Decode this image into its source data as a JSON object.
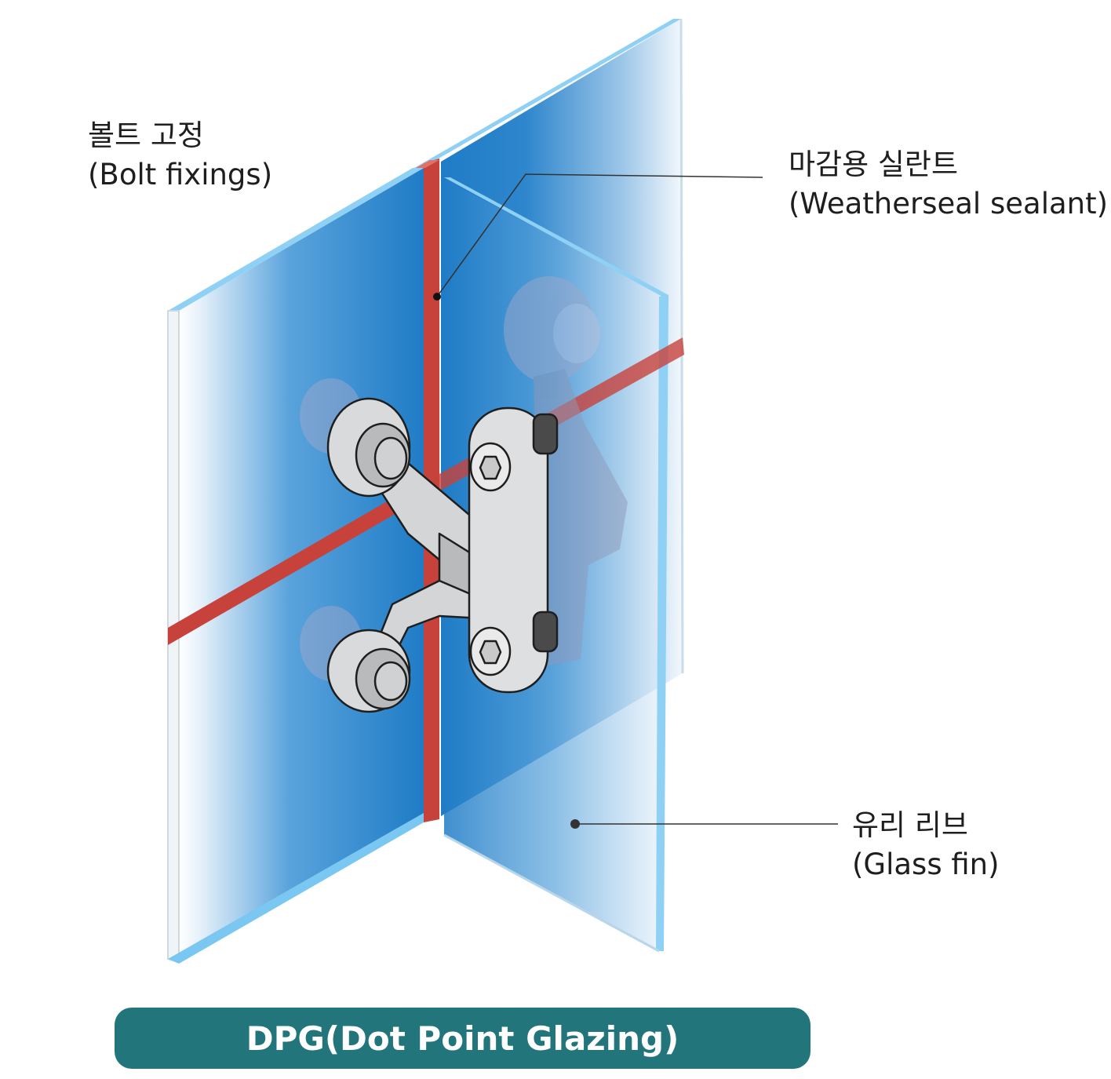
{
  "labels": {
    "bolt": {
      "ko": "볼트 고정",
      "en": "(Bolt fixings)"
    },
    "sealant": {
      "ko": "마감용 실란트",
      "en": "(Weatherseal sealant)"
    },
    "fin": {
      "ko": "유리 리브",
      "en": "(Glass fin)"
    }
  },
  "title": "DPG(Dot Point Glazing)",
  "colors": {
    "glass": "#2b83cc",
    "glass_edge": "#7ac7f2",
    "sealant": "#c8423c",
    "fitting": "#d9dadb",
    "title_bg": "#21757b"
  }
}
